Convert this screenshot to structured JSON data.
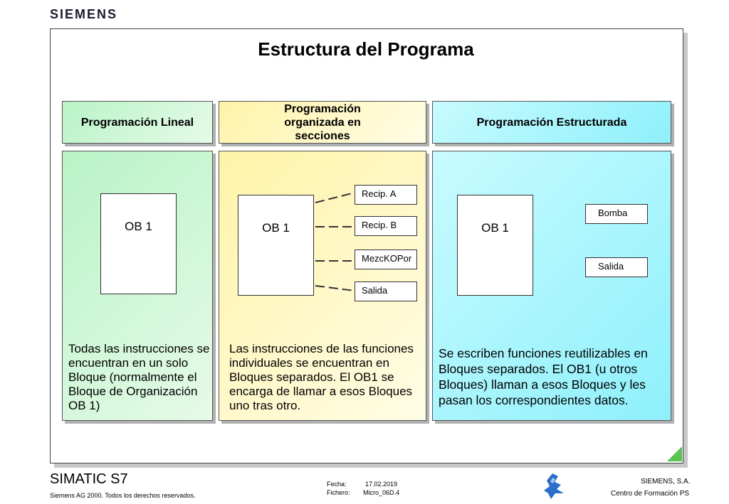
{
  "brand": {
    "logo": "SIEMENS"
  },
  "slide": {
    "title": "Estructura del Programa",
    "columns": [
      {
        "header": "Programación Lineal",
        "ob": "OB 1",
        "blocks": [],
        "description": "Todas las instrucciones se encuentran en un solo Bloque (normalmente el Bloque de Organización OB 1)"
      },
      {
        "header": "Programación organizada en secciones",
        "ob": "OB 1",
        "blocks": [
          "Recip. A",
          "Recip. B",
          "MezcKOPor",
          "Salida"
        ],
        "description": "Las instrucciones de las funciones individuales se encuentran en Bloques separados. El OB1 se encarga de llamar a esos Bloques uno tras otro."
      },
      {
        "header": "Programación Estructurada",
        "ob": "OB 1",
        "blocks": [
          "Bomba",
          "Salida"
        ],
        "description": "Se escriben funciones reutilizables en Bloques separados. El OB1 (u otros Bloques) llaman a esos Bloques y les pasan los correspondientes datos."
      }
    ]
  },
  "footer": {
    "product": "SIMATIC S7",
    "copyright": "Siemens AG 2000. Todos los derechos reservados.",
    "fecha_label": "Fecha:",
    "fecha_value": "17.02.2019",
    "fichero_label": "Fichero:",
    "fichero_value": "Micro_06D.4",
    "company": "SIEMENS, S.A.",
    "center": "Centro de Formación PS"
  },
  "colors": {
    "green_panel": "#c9f7d0",
    "yellow_panel": "#fff7c0",
    "cyan_panel": "#aef4fb",
    "corner_accent": "#5ac24f",
    "footer_logo": "#2a6fc9"
  }
}
